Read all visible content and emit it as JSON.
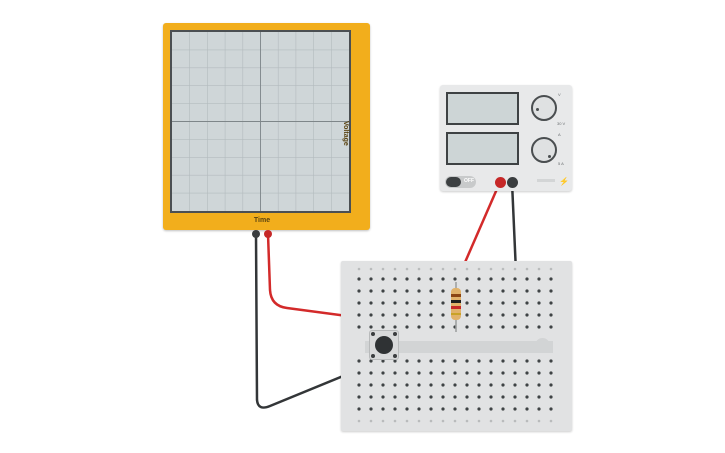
{
  "oscilloscope": {
    "x_axis_label": "Time",
    "y_axis_label": "Voltage"
  },
  "power_supply": {
    "switch_label": "OFF",
    "voltage_knob_label": "V",
    "current_knob_label": "A",
    "voltage_max_label": "30 V",
    "current_max_label": "5 A"
  },
  "colors": {
    "scope_body": "#f2ae1c",
    "wire_red": "#d32a2a",
    "wire_black": "#333638",
    "breadboard": "#e1e2e3"
  },
  "components": {
    "resistor": "resistor",
    "push_button": "push-button"
  }
}
